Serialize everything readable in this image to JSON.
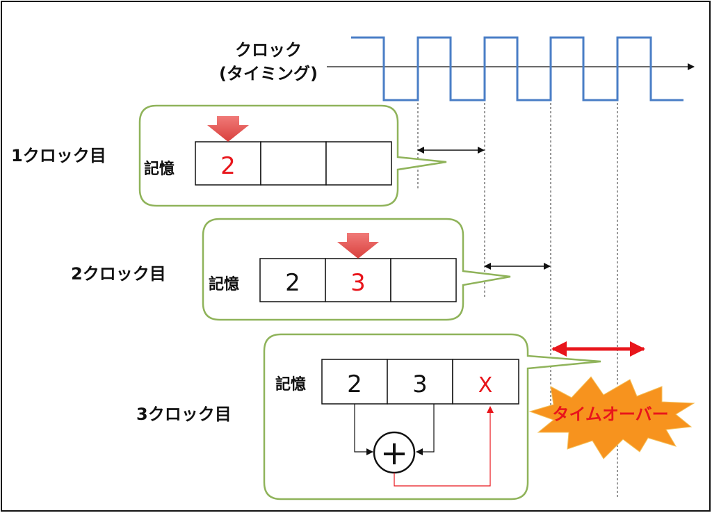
{
  "clock": {
    "title_line1": "クロック",
    "title_line2": "(タイミング)",
    "wave_color": "#4a7ec6"
  },
  "steps": [
    {
      "label": "1クロック目",
      "memory_label": "記憶",
      "cells": [
        "2",
        "",
        ""
      ],
      "active_cell": 0
    },
    {
      "label": "2クロック目",
      "memory_label": "記憶",
      "cells": [
        "2",
        "3",
        ""
      ],
      "active_cell": 1
    },
    {
      "label": "3クロック目",
      "memory_label": "記憶",
      "cells": [
        "2",
        "3",
        "X"
      ],
      "active_cell": 2
    }
  ],
  "adder_symbol": "+",
  "timeout_label": "タイムオーバー",
  "colors": {
    "bubble_border": "#8fb35a",
    "highlight_text": "#e8151b",
    "marker_arrow": "#e0504f",
    "burst_fill": "#f7931e",
    "burst_text": "#e8151b"
  }
}
